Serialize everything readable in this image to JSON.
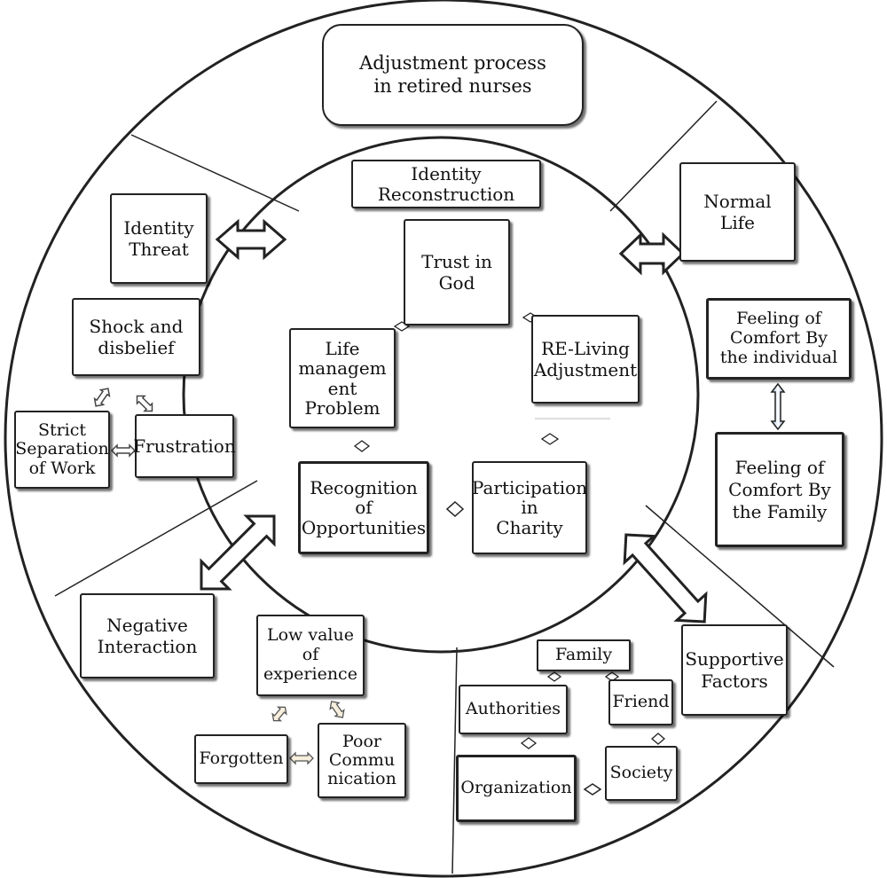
{
  "diagram": {
    "title": "Adjustment process\nin retired nurses",
    "center": {
      "heading": "Identity\nReconstruction",
      "trust": "Trust in\nGod",
      "reliving": "RE-Living\nAdjustment",
      "life_mgmt": "Life\nmanagem\nent\nProblem",
      "recognition": "Recognition\nof\nOpportunities",
      "charity": "Participation\nin\nCharity"
    },
    "left_top": {
      "identity_threat": "Identity\nThreat",
      "shock": "Shock and\ndisbelief",
      "strict": "Strict\nSeparation\nof Work",
      "frustration": "Frustration"
    },
    "right_top": {
      "normal_life": "Normal\nLife",
      "comfort_individual": "Feeling of\nComfort By\nthe individual",
      "comfort_family": "Feeling of\nComfort By\nthe  Family"
    },
    "left_bottom": {
      "negative": "Negative\nInteraction",
      "low_value": "Low value\nof\nexperience",
      "forgotten": "Forgotten",
      "poor_comm": "Poor\nCommu\nnication"
    },
    "right_bottom": {
      "supportive": "Supportive\nFactors",
      "family": "Family",
      "friend": "Friend",
      "authorities": "Authorities",
      "society": "Society",
      "organization": "Organization"
    }
  }
}
